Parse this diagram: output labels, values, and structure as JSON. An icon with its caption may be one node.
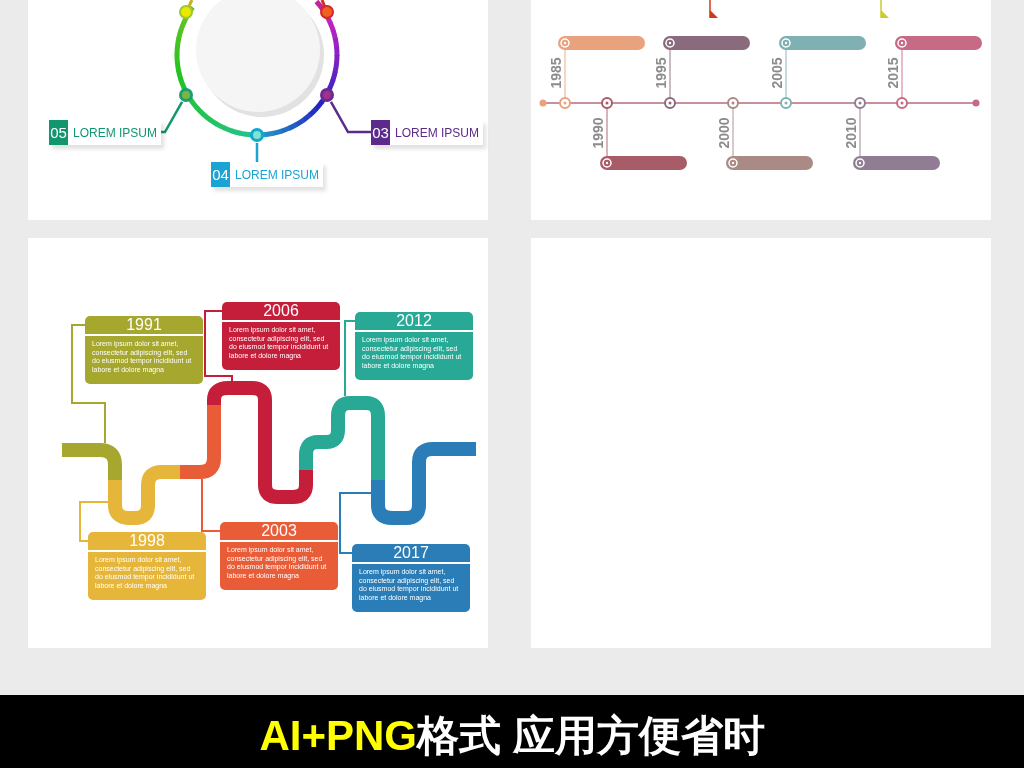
{
  "diagram": {
    "nodes": [
      {
        "text": [
          "05",
          "LOREM IPSUM"
        ]
      },
      {
        "text": [
          "03",
          "LOREM IPSUM"
        ]
      },
      {
        "text": [
          "04",
          "LOREM IPSUM"
        ]
      },
      {
        "text": [],
        "shape": "circle"
      },
      {
        "text": [],
        "shape": "circle"
      },
      {
        "text": [],
        "shape": "circle"
      },
      {
        "text": [
          "1991",
          "Lorem ipsum dolor sit amet, consectetur adipiscing elit, sed do eiusmod tempor incididunt ut labore et dolore magna"
        ]
      },
      {
        "text": [
          "2006",
          "Lorem ipsum dolor sit amet, consectetur adipiscing elit, sed do eiusmod tempor incididunt ut labore et dolore magna"
        ]
      },
      {
        "text": [
          "2012",
          "Lorem ipsum dolor sit amet, consectetur adipiscing elit, sed do eiusmod tempor incididunt ut labore et dolore magna"
        ]
      },
      {
        "text": [
          "1998",
          "Lorem ipsum dolor sit amet, consectetur adipiscing elit, sed do eiusmod tempor incididunt ut labore et dolore magna"
        ]
      },
      {
        "text": [
          "2003",
          "Lorem ipsum dolor sit amet, consectetur adipiscing elit, sed do eiusmod tempor incididunt ut labore et dolore magna"
        ]
      },
      {
        "text": [
          "2017",
          "Lorem ipsum dolor sit amet, consectetur adipiscing elit, sed do eiusmod tempor incididunt ut labore et dolore magna"
        ]
      }
    ],
    "edges": [
      {
        "from": 0,
        "to": 3,
        "arrow": "none",
        "color": "#12966f"
      },
      {
        "from": 1,
        "to": 5,
        "arrow": "none",
        "color": "#5b2a8a"
      },
      {
        "from": 2,
        "to": 4,
        "arrow": "none",
        "color": "#1aa3d3"
      },
      {
        "from": 6,
        "to": null,
        "arrow": "none",
        "color": "#a5a72e"
      },
      {
        "from": 7,
        "to": null,
        "arrow": "none",
        "color": "#c41e3a"
      },
      {
        "from": 8,
        "to": null,
        "arrow": "none",
        "color": "#27a996"
      },
      {
        "from": 9,
        "to": null,
        "arrow": "none",
        "color": "#e6b63a"
      },
      {
        "from": 10,
        "to": null,
        "arrow": "none",
        "color": "#e95c38"
      },
      {
        "from": 11,
        "to": null,
        "arrow": "none",
        "color": "#2a7db6"
      }
    ],
    "labels": [
      "1985",
      "1990",
      "1995",
      "2000",
      "2005",
      "2010",
      "2015",
      "AI+PNG",
      "格式 应用方便省时"
    ]
  }
}
